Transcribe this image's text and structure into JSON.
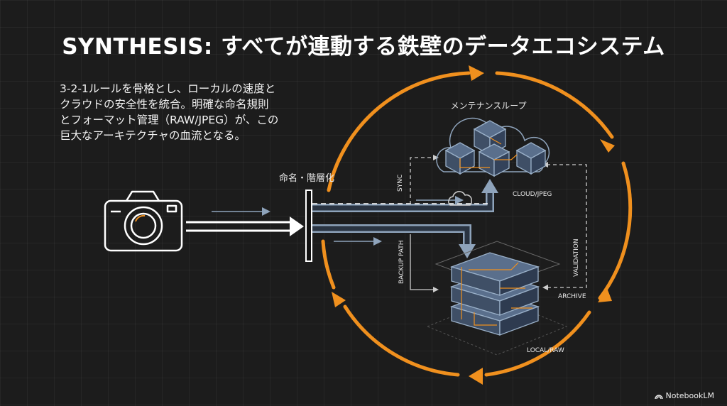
{
  "title": "SYNTHESIS: すべてが連動する鉄壁のデータエコシステム",
  "description": [
    "3-2-1ルールを骨格とし、ローカルの速度と",
    "クラウドの安全性を統合。明確な命名規則",
    "とフォーマット管理（RAW/JPEG）が、この",
    "巨大なアーキテクチャの血流となる。"
  ],
  "labels": {
    "maintenance_loop": "メンテナンスループ",
    "naming_hierarchy": "命名・階層化",
    "sync": "SYNC",
    "cloud_jpeg": "CLOUD/JPEG",
    "backup_path": "BACKUP PATH",
    "validation": "VALIDATION",
    "archive": "ARCHIVE",
    "local_raw": "LOCAL/RAW"
  },
  "footer": {
    "brand": "NotebookLM"
  },
  "colors": {
    "accent": "#f0901e",
    "line": "#ffffff",
    "steel": "#8ea3bb",
    "cube": "#4a5d78"
  }
}
